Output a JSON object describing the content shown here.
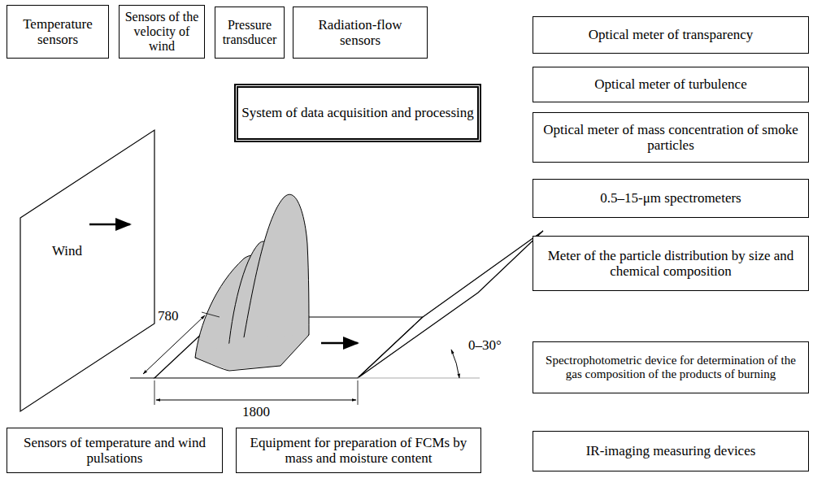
{
  "diagram": {
    "nodes": [
      {
        "text": [
          "Temperature sensors"
        ]
      },
      {
        "text": [
          "Sensors of the velocity of wind"
        ]
      },
      {
        "text": [
          "Pressure transducer"
        ]
      },
      {
        "text": [
          "Radiation-flow sensors"
        ]
      },
      {
        "text": [
          "Optical meter of transparency"
        ]
      },
      {
        "text": [
          "Optical meter of turbulence"
        ]
      },
      {
        "text": [
          "System of data acquisition and processing"
        ]
      },
      {
        "text": [
          "Optical meter of mass concentration of smoke particles"
        ]
      },
      {
        "text": [
          "0.5–15-μm spectrometers"
        ]
      },
      {
        "text": [
          "Meter of the particle distribution by size and chemical composition"
        ]
      },
      {
        "text": [
          "Spectrophotometric device for determination of the gas composition of the products of burning"
        ]
      },
      {
        "text": [
          "Sensors of temperature and wind pulsations"
        ]
      },
      {
        "text": [
          "Equipment for preparation of FCMs by mass and moisture content"
        ]
      },
      {
        "text": [
          "IR-imaging measuring devices"
        ]
      }
    ],
    "labels": [
      "Wind",
      "780",
      "1800",
      "0–30°"
    ]
  }
}
